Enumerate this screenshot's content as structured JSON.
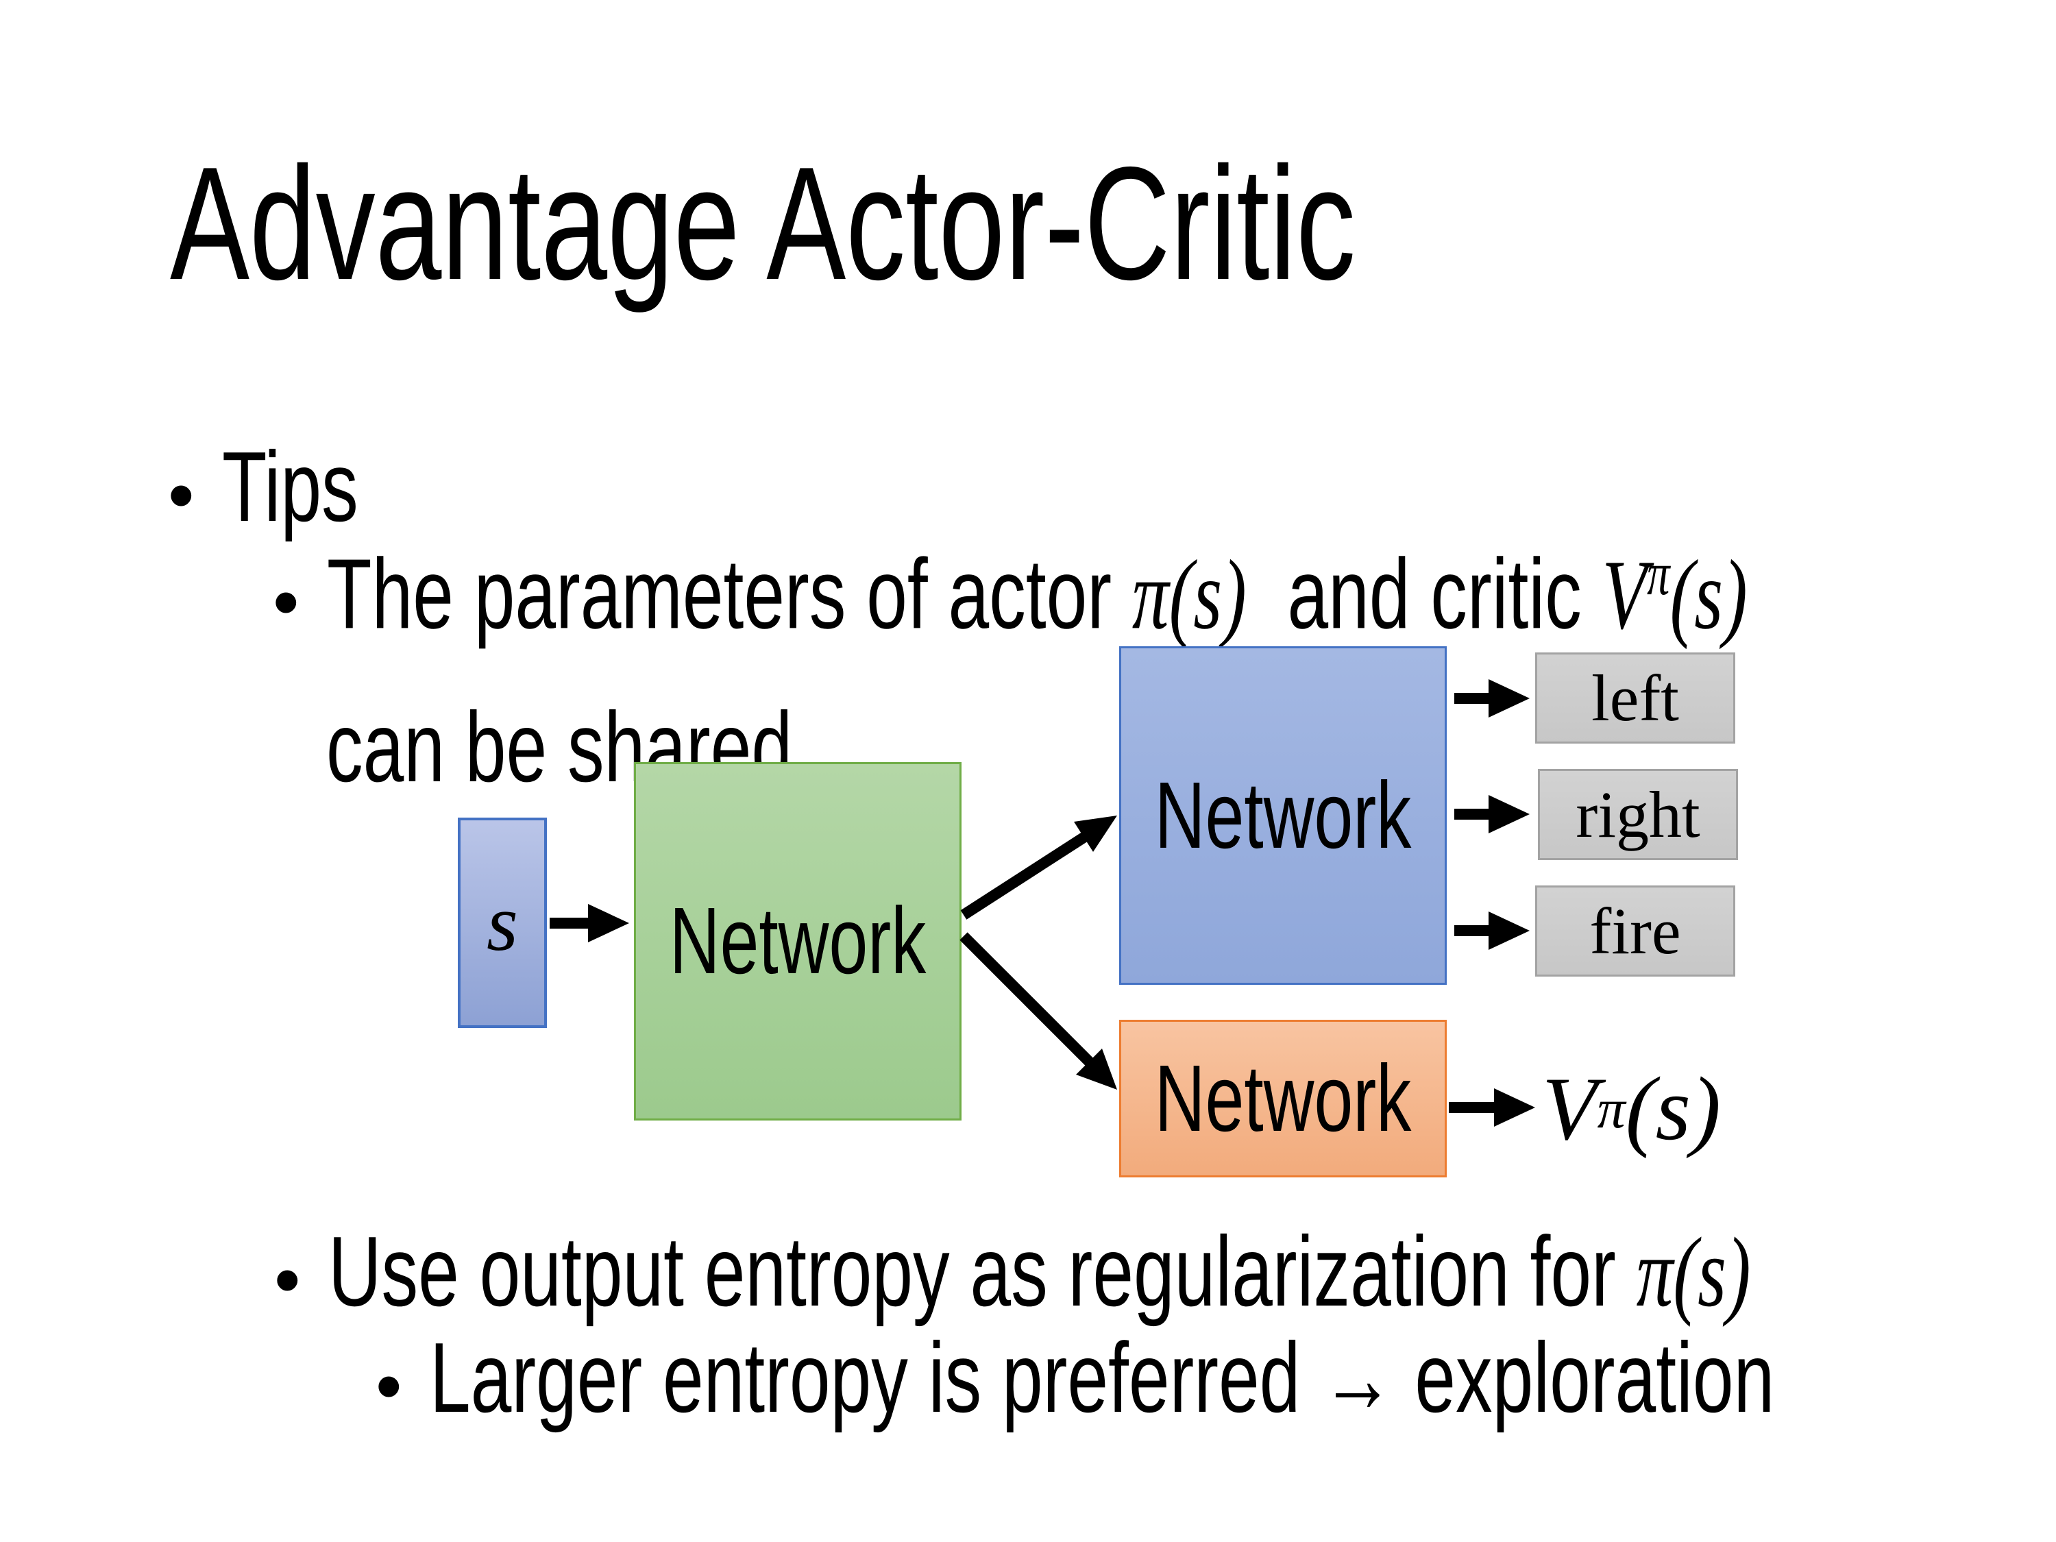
{
  "title": "Advantage Actor-Critic",
  "bullet_char": "•",
  "bullets": {
    "tips_label": "Tips",
    "sub1_text": "The parameters of actor ",
    "sub1_math_actor": "π(s)",
    "sub1_mid": "  and critic ",
    "sub1_critic_base": "V",
    "sub1_critic_sup": "π",
    "sub1_critic_args": "(s)",
    "sub1_line2": "can be shared",
    "sub2_text": "Use output entropy as regularization for ",
    "sub2_math": "π(s)",
    "sub3_text": "Larger entropy is preferred → exploration"
  },
  "diagram": {
    "input_label": "s",
    "shared_network_label": "Network",
    "actor_network_label": "Network",
    "critic_network_label": "Network",
    "actions": [
      "left",
      "right",
      "fire"
    ],
    "critic_output_base": "V",
    "critic_output_sup": "π",
    "critic_output_args": "(s)",
    "colors": {
      "input_fill": "#a3b3dd",
      "input_border": "#4472c4",
      "shared_fill": "#a9d18e",
      "shared_border": "#70ad47",
      "actor_fill": "#9bafdf",
      "actor_border": "#4472c4",
      "critic_fill": "#f4b183",
      "critic_border": "#ed7d31",
      "action_fill": "#cccccc",
      "action_border": "#a3a3a3",
      "arrow": "#000000"
    }
  }
}
